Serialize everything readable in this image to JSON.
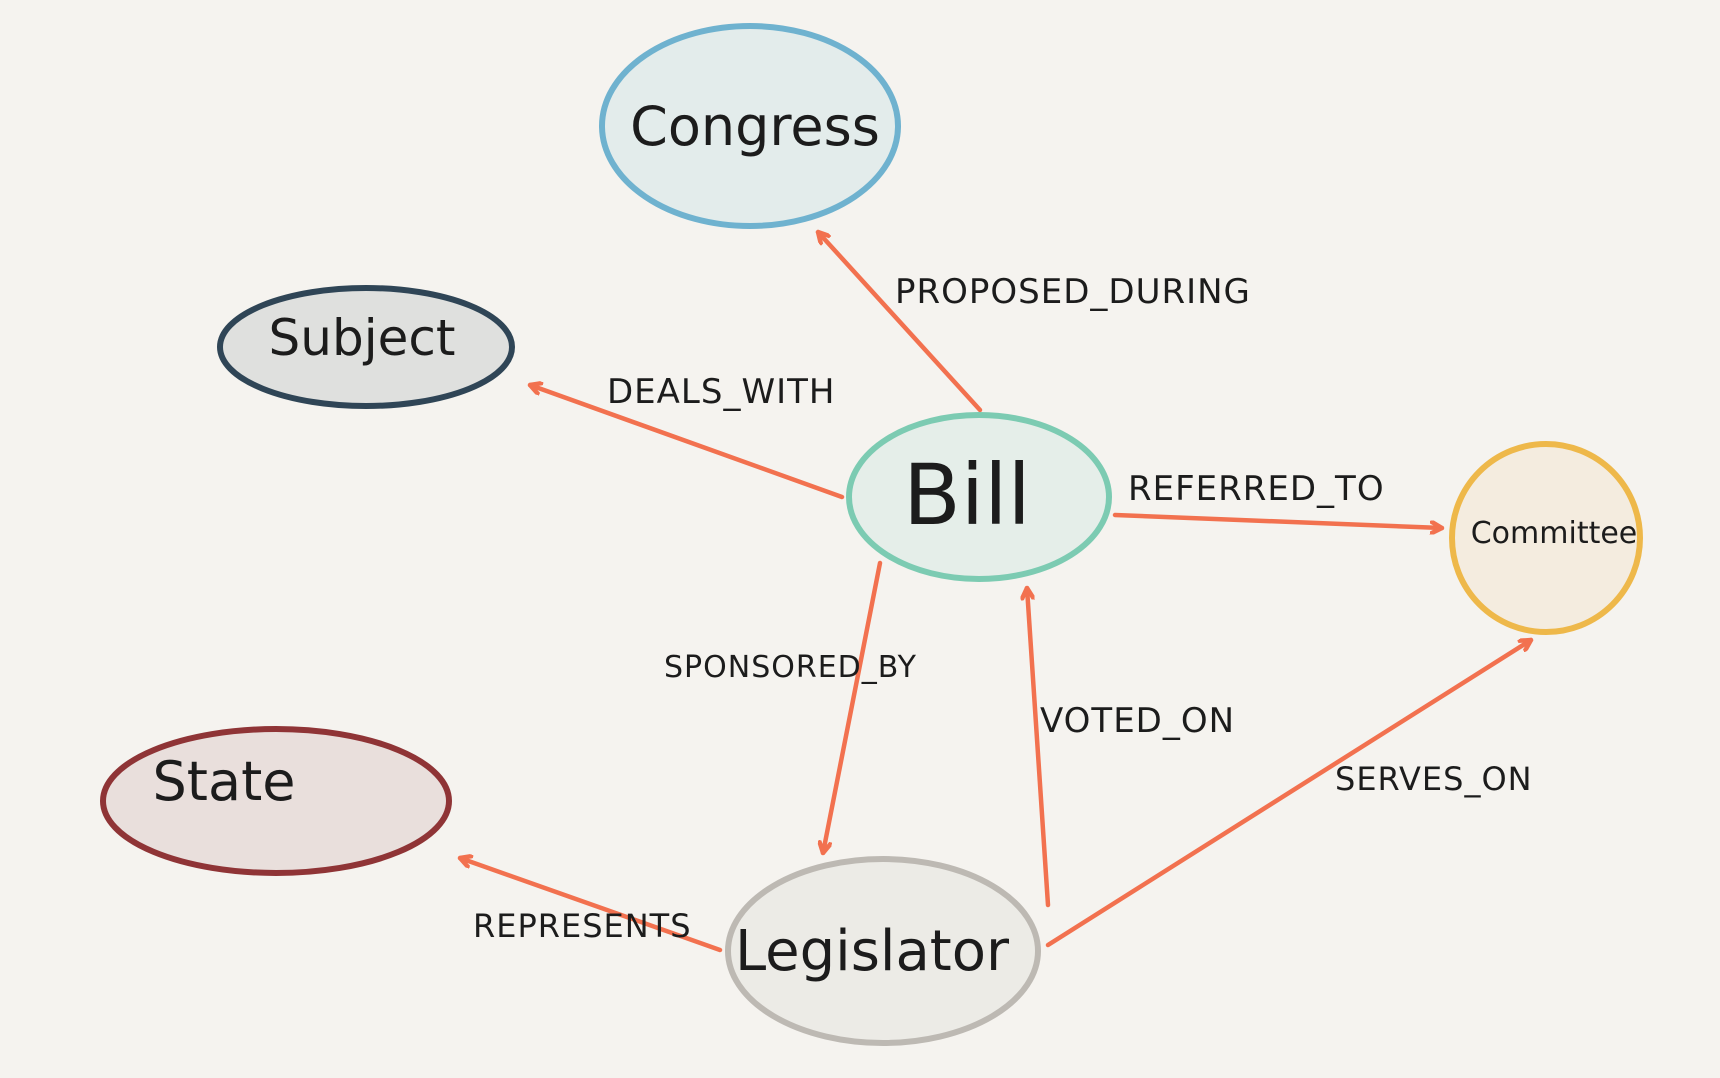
{
  "nodes": {
    "congress": {
      "label": "Congress",
      "stroke": "#6fb2cf",
      "fill": "#e3eceb"
    },
    "subject": {
      "label": "Subject",
      "stroke": "#2f4556",
      "fill": "#dfe0de"
    },
    "bill": {
      "label": "Bill",
      "stroke": "#7ccbb2",
      "fill": "#e5eee9"
    },
    "committee": {
      "label": "Committee",
      "stroke": "#eeb84a",
      "fill": "#f4ecdf"
    },
    "state": {
      "label": "State",
      "stroke": "#8f3436",
      "fill": "#e9dfdc"
    },
    "legislator": {
      "label": "Legislator",
      "stroke": "#bdb9b3",
      "fill": "#ecebe6"
    }
  },
  "edges": {
    "proposed_during": {
      "label": "PROPOSED_DURING",
      "from": "Bill",
      "to": "Congress"
    },
    "deals_with": {
      "label": "DEALS_WITH",
      "from": "Bill",
      "to": "Subject"
    },
    "referred_to": {
      "label": "REFERRED_TO",
      "from": "Bill",
      "to": "Committee"
    },
    "sponsored_by": {
      "label": "SPONSORED_BY",
      "from": "Bill",
      "to": "Legislator"
    },
    "voted_on": {
      "label": "VOTED_ON",
      "from": "Legislator",
      "to": "Bill"
    },
    "serves_on": {
      "label": "SERVES_ON",
      "from": "Legislator",
      "to": "Committee"
    },
    "represents": {
      "label": "REPRESENTS",
      "from": "Legislator",
      "to": "State"
    }
  },
  "colors": {
    "edge": "#f2714f",
    "background": "#f5f3ef",
    "text": "#1c1c1c"
  }
}
